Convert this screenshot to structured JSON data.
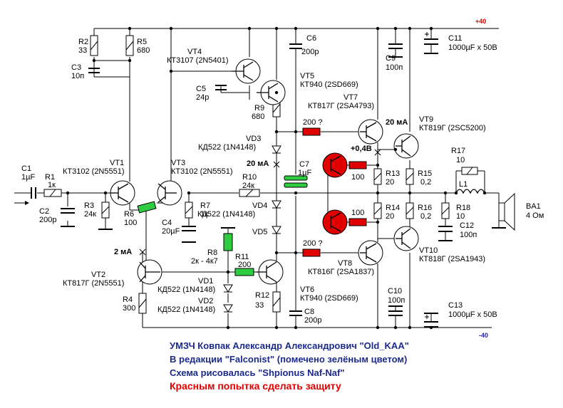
{
  "rails": {
    "positive": "+40",
    "negative": "-40"
  },
  "components": {
    "R1": {
      "ref": "R1",
      "value": "1к"
    },
    "R2": {
      "ref": "R2",
      "value": "33"
    },
    "R3": {
      "ref": "R3",
      "value": "24к"
    },
    "R4": {
      "ref": "R4",
      "value": "300"
    },
    "R5": {
      "ref": "R5",
      "value": "680"
    },
    "R6": {
      "ref": "R6",
      "value": "100"
    },
    "R7": {
      "ref": "R7",
      "value": "1к"
    },
    "R8": {
      "ref": "R8",
      "value": "2к - 4к7"
    },
    "R9": {
      "ref": "R9",
      "value": "680"
    },
    "R10": {
      "ref": "R10",
      "value": "24к"
    },
    "R11": {
      "ref": "R11",
      "value": "200"
    },
    "R12": {
      "ref": "R12",
      "value": "33"
    },
    "R13": {
      "ref": "R13",
      "value": "20"
    },
    "R14": {
      "ref": "R14",
      "value": "20"
    },
    "R15": {
      "ref": "R15",
      "value": "0,2"
    },
    "R16": {
      "ref": "R16",
      "value": "0,2"
    },
    "R17": {
      "ref": "R17",
      "value": "10"
    },
    "R18": {
      "ref": "R18",
      "value": "10"
    },
    "R100a": {
      "value": "100"
    },
    "R100b": {
      "value": "100"
    },
    "R200a": {
      "value": "200 ?"
    },
    "R200b": {
      "value": "200 ?"
    },
    "C1": {
      "ref": "C1",
      "value": "1µF"
    },
    "C2": {
      "ref": "C2",
      "value": "200р"
    },
    "C3": {
      "ref": "C3",
      "value": "10п"
    },
    "C4": {
      "ref": "C4",
      "value": "20µF"
    },
    "C5": {
      "ref": "C5",
      "value": "24р"
    },
    "C6": {
      "ref": "C6",
      "value": "200р"
    },
    "C7": {
      "ref": "C7",
      "value": "1µF"
    },
    "C8": {
      "ref": "C8",
      "value": "200р"
    },
    "C9": {
      "ref": "C9",
      "value": "100п"
    },
    "C10": {
      "ref": "C10",
      "value": "100п"
    },
    "C11": {
      "ref": "C11",
      "value": "1000µF x 50В"
    },
    "C12": {
      "ref": "C12",
      "value": "100п"
    },
    "C13": {
      "ref": "C13",
      "value": "1000µF x 50В"
    },
    "L1": {
      "ref": "L1"
    },
    "BA1": {
      "ref": "BA1",
      "value": "4 Ом"
    },
    "VT1": {
      "ref": "VT1",
      "value": "КТ3102 (2N5551)"
    },
    "VT2": {
      "ref": "VT2",
      "value": "КТ817Г (2N5551)"
    },
    "VT3": {
      "ref": "VT3",
      "value": "КТ3102 (2N5551)"
    },
    "VT4": {
      "ref": "VT4",
      "value": "КТ3107 (2N5401)"
    },
    "VT5": {
      "ref": "VT5",
      "value": "КТ940 (2SD669)"
    },
    "VT6": {
      "ref": "VT6",
      "value": "КТ940 (2SD669)"
    },
    "VT7": {
      "ref": "VT7",
      "value": "КТ817Г (2SA4793)"
    },
    "VT8": {
      "ref": "VT8",
      "value": "КТ816Г (2SA1837)"
    },
    "VT9": {
      "ref": "VT9",
      "value": "КТ819Г (2SC5200)"
    },
    "VT10": {
      "ref": "VT10",
      "value": "КТ818Г (2SA1943)"
    },
    "VD1": {
      "ref": "VD1",
      "value": "КД522 (1N4148)"
    },
    "VD2": {
      "ref": "VD2",
      "value": "КД522 (1N4148)"
    },
    "VD3": {
      "ref": "VD3",
      "value": "КД522 (1N4148)"
    },
    "VD4": {
      "ref": "VD4",
      "value": "КД522 (1N4148)"
    },
    "VD5": {
      "ref": "VD5"
    }
  },
  "annotations": {
    "current_20ma_left": "20 мА",
    "current_20ma_right": "20 мА",
    "current_2ma": "2 мА",
    "voltage_04": "+0,4В"
  },
  "captions": {
    "line1": "УМЗЧ Ковпак Александр Александрович \"Old_KAA\"",
    "line2": "В редакции \"Falconist\" (помечено зелёным цветом)",
    "line3": "Схема рисовалась \"Shpionus Naf-Naf\"",
    "line4": "Красным попытка сделать защиту"
  },
  "colors": {
    "wire": "#000000",
    "modified_green": "#2ecc40",
    "protection_red": "#e00000",
    "caption_blue": "#1c2a8c",
    "caption_red": "#e00000"
  }
}
